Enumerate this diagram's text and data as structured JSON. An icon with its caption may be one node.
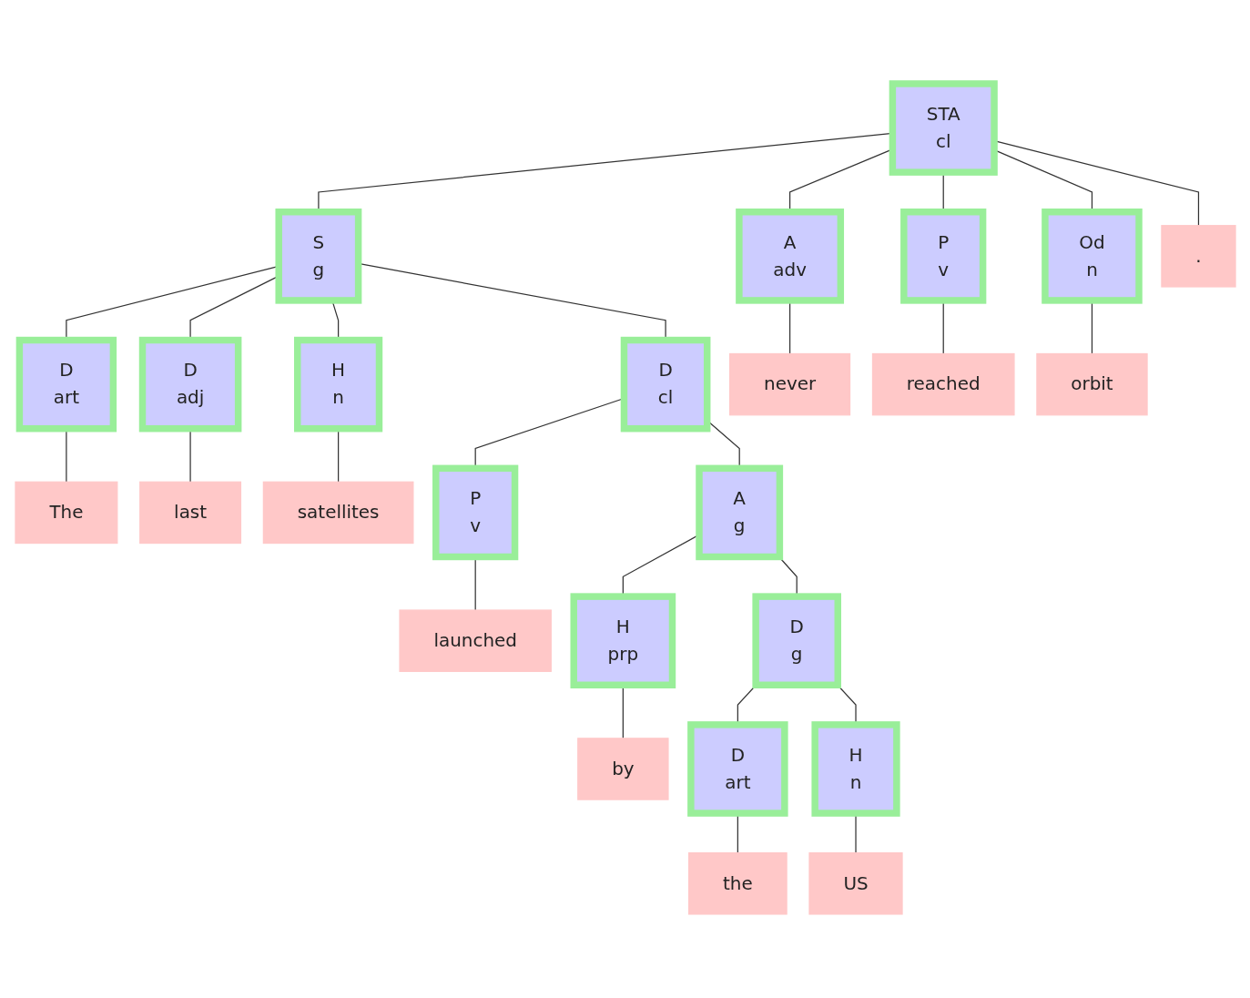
{
  "diagram": {
    "nodes": [
      {
        "text": [
          "STA",
          "cl"
        ]
      },
      {
        "text": [
          "S",
          "g"
        ]
      },
      {
        "text": [
          "D",
          "art"
        ]
      },
      {
        "text": [
          "The"
        ]
      },
      {
        "text": [
          "D",
          "adj"
        ]
      },
      {
        "text": [
          "last"
        ]
      },
      {
        "text": [
          "H",
          "n"
        ]
      },
      {
        "text": [
          "satellites"
        ]
      },
      {
        "text": [
          "D",
          "cl"
        ]
      },
      {
        "text": [
          "P",
          "v"
        ]
      },
      {
        "text": [
          "launched"
        ]
      },
      {
        "text": [
          "A",
          "g"
        ]
      },
      {
        "text": [
          "H",
          "prp"
        ]
      },
      {
        "text": [
          "by"
        ]
      },
      {
        "text": [
          "D",
          "g"
        ]
      },
      {
        "text": [
          "D",
          "art"
        ]
      },
      {
        "text": [
          "the"
        ]
      },
      {
        "text": [
          "H",
          "n"
        ]
      },
      {
        "text": [
          "US"
        ]
      },
      {
        "text": [
          "A",
          "adv"
        ]
      },
      {
        "text": [
          "never"
        ]
      },
      {
        "text": [
          "P",
          "v"
        ]
      },
      {
        "text": [
          "reached"
        ]
      },
      {
        "text": [
          "Od",
          "n"
        ]
      },
      {
        "text": [
          "orbit"
        ]
      },
      {
        "text": [
          "."
        ]
      }
    ],
    "edges": [
      {
        "from": 0,
        "to": 1,
        "arrow": "none"
      },
      {
        "from": 1,
        "to": 2,
        "arrow": "none"
      },
      {
        "from": 2,
        "to": 3,
        "arrow": "none"
      },
      {
        "from": 1,
        "to": 4,
        "arrow": "none"
      },
      {
        "from": 4,
        "to": 5,
        "arrow": "none"
      },
      {
        "from": 1,
        "to": 6,
        "arrow": "none"
      },
      {
        "from": 6,
        "to": 7,
        "arrow": "none"
      },
      {
        "from": 1,
        "to": 8,
        "arrow": "none"
      },
      {
        "from": 8,
        "to": 9,
        "arrow": "none"
      },
      {
        "from": 9,
        "to": 10,
        "arrow": "none"
      },
      {
        "from": 8,
        "to": 11,
        "arrow": "none"
      },
      {
        "from": 11,
        "to": 12,
        "arrow": "none"
      },
      {
        "from": 12,
        "to": 13,
        "arrow": "none"
      },
      {
        "from": 11,
        "to": 14,
        "arrow": "none"
      },
      {
        "from": 14,
        "to": 15,
        "arrow": "none"
      },
      {
        "from": 15,
        "to": 16,
        "arrow": "none"
      },
      {
        "from": 14,
        "to": 17,
        "arrow": "none"
      },
      {
        "from": 17,
        "to": 18,
        "arrow": "none"
      },
      {
        "from": 0,
        "to": 19,
        "arrow": "none"
      },
      {
        "from": 19,
        "to": 20,
        "arrow": "none"
      },
      {
        "from": 0,
        "to": 21,
        "arrow": "none"
      },
      {
        "from": 21,
        "to": 22,
        "arrow": "none"
      },
      {
        "from": 0,
        "to": 23,
        "arrow": "none"
      },
      {
        "from": 23,
        "to": 24,
        "arrow": "none"
      },
      {
        "from": 0,
        "to": 25,
        "arrow": "none"
      }
    ]
  }
}
